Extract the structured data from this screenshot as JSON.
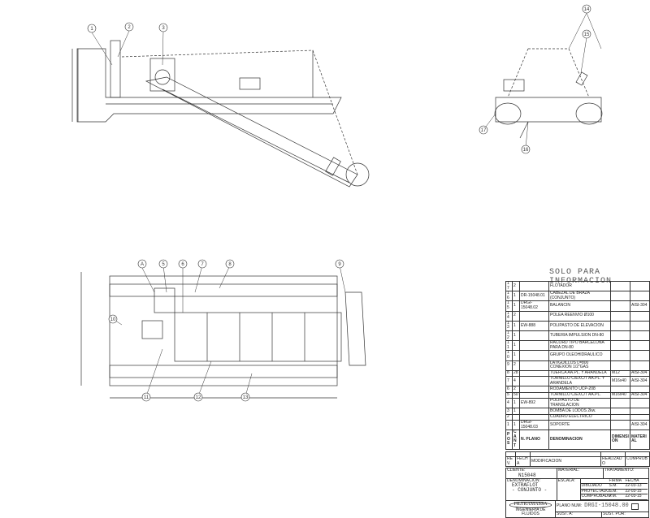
{
  "info_title": "SOLO PARA INFORMACION",
  "balloons_top": [
    "1",
    "2",
    "3",
    "14",
    "15",
    "16",
    "17"
  ],
  "balloons_bottom": [
    "A",
    "5",
    "6",
    "7",
    "8",
    "9",
    "10",
    "11",
    "12",
    "13"
  ],
  "parts_header": {
    "pos": "POS",
    "cant": "CANT",
    "plano": "N. PLANO",
    "denominacion": "DENOMINACION",
    "dimension": "DIMENSION",
    "material": "MATERIAL"
  },
  "parts": [
    {
      "pos": "17",
      "cant": "2",
      "plano": "",
      "denominacion": "FLOTADOR",
      "dimension": "",
      "material": ""
    },
    {
      "pos": "16",
      "cant": "1",
      "plano": "DR-15048.01",
      "denominacion": "CABEZAL DE BRAZA (CONJUNTO)",
      "dimension": "",
      "material": ""
    },
    {
      "pos": "15",
      "cant": "1",
      "plano": "DRGI-15048.02",
      "denominacion": "BALANCIN",
      "dimension": "",
      "material": "AISI-304"
    },
    {
      "pos": "14",
      "cant": "2",
      "plano": "",
      "denominacion": "POLEA REENVIO Ø100",
      "dimension": "",
      "material": ""
    },
    {
      "pos": "13",
      "cant": "1",
      "plano": "EW-888",
      "denominacion": "POLIPASTO DE ELEVACION",
      "dimension": "",
      "material": ""
    },
    {
      "pos": "12",
      "cant": "1",
      "plano": "",
      "denominacion": "TUBERIA IMPULSION DN-80",
      "dimension": "",
      "material": ""
    },
    {
      "pos": "11",
      "cant": "1",
      "plano": "",
      "denominacion": "RACORD TIPO BARCELONA PARA DN-80",
      "dimension": "",
      "material": ""
    },
    {
      "pos": "10",
      "cant": "1",
      "plano": "",
      "denominacion": "GRUPO OLEOHIDRAULICO",
      "dimension": "",
      "material": ""
    },
    {
      "pos": "9",
      "cant": "2",
      "plano": "",
      "denominacion": "LATIGUILLOS L=800 CONEXION 1/2\"GAS",
      "dimension": "",
      "material": ""
    },
    {
      "pos": "8",
      "cant": "28",
      "plano": "",
      "denominacion": "TUERCA AA.PL. Y ARANDELA",
      "dimension": "M12",
      "material": "AISI-304"
    },
    {
      "pos": "7",
      "cant": "4",
      "plano": "",
      "denominacion": "TORNILLO C/EXC/T AA.PL. Y ARANDELA",
      "dimension": "M16x40",
      "material": "AISI-304"
    },
    {
      "pos": "6",
      "cant": "2",
      "plano": "",
      "denominacion": "RODAMIENTO UCP-208",
      "dimension": "",
      "material": ""
    },
    {
      "pos": "5",
      "cant": "50",
      "plano": "",
      "denominacion": "TORNILLO C/EXC/T AA.PL.",
      "dimension": "M16x40",
      "material": "AISI-304"
    },
    {
      "pos": "4",
      "cant": "1",
      "plano": "EW-892",
      "denominacion": "POLIPASTO DE TRANSLACION",
      "dimension": "",
      "material": ""
    },
    {
      "pos": "3",
      "cant": "1",
      "plano": "",
      "denominacion": "BOMBA DE LODOS 2kw.",
      "dimension": "",
      "material": ""
    },
    {
      "pos": "2",
      "cant": "",
      "plano": "",
      "denominacion": "CUADRO ELECTRICO",
      "dimension": "",
      "material": ""
    },
    {
      "pos": "1",
      "cant": "1",
      "plano": "DRGI-15048.03",
      "denominacion": "SOPORTE",
      "dimension": "",
      "material": "AISI-304"
    }
  ],
  "rev_header": {
    "rev": "REV.",
    "fecha": "FECHA",
    "modificacion": "MODIFICACION",
    "realizado": "REALIZADO",
    "comprob": "COMPROB."
  },
  "title_block": {
    "cliente_label": "CLIENTE:",
    "cliente": "N15048",
    "material_label": "MATERIAL:",
    "tratamiento_label": "TRATAMIENTO:",
    "denominacion_label": "DENOMINACION:",
    "denominacion_1": "EXTRAFLOT",
    "denominacion_2": "- CONJUNTO -",
    "escala_label": "ESCALA:",
    "firma_label": "FIRMA",
    "fecha_label": "FECHA",
    "rows": [
      {
        "role": "DIBUJADO",
        "firma": "S.M.",
        "fecha": "22-03-13"
      },
      {
        "role": "PROYECTADO",
        "firma": "S.M.",
        "fecha": "22-03-15"
      },
      {
        "role": "COMPROBADO",
        "firma": "P.M.",
        "fecha": "22-03-15"
      }
    ],
    "plano_label": "PLANO NUM:",
    "plano": "DRGI-15048.00",
    "sust_a_label": "SUST. A:",
    "sust_por_label": "SUST. POR:",
    "logo": "FILTRAMASSA",
    "logo_sub": "INGENIERIA DE FLUIDOS"
  }
}
